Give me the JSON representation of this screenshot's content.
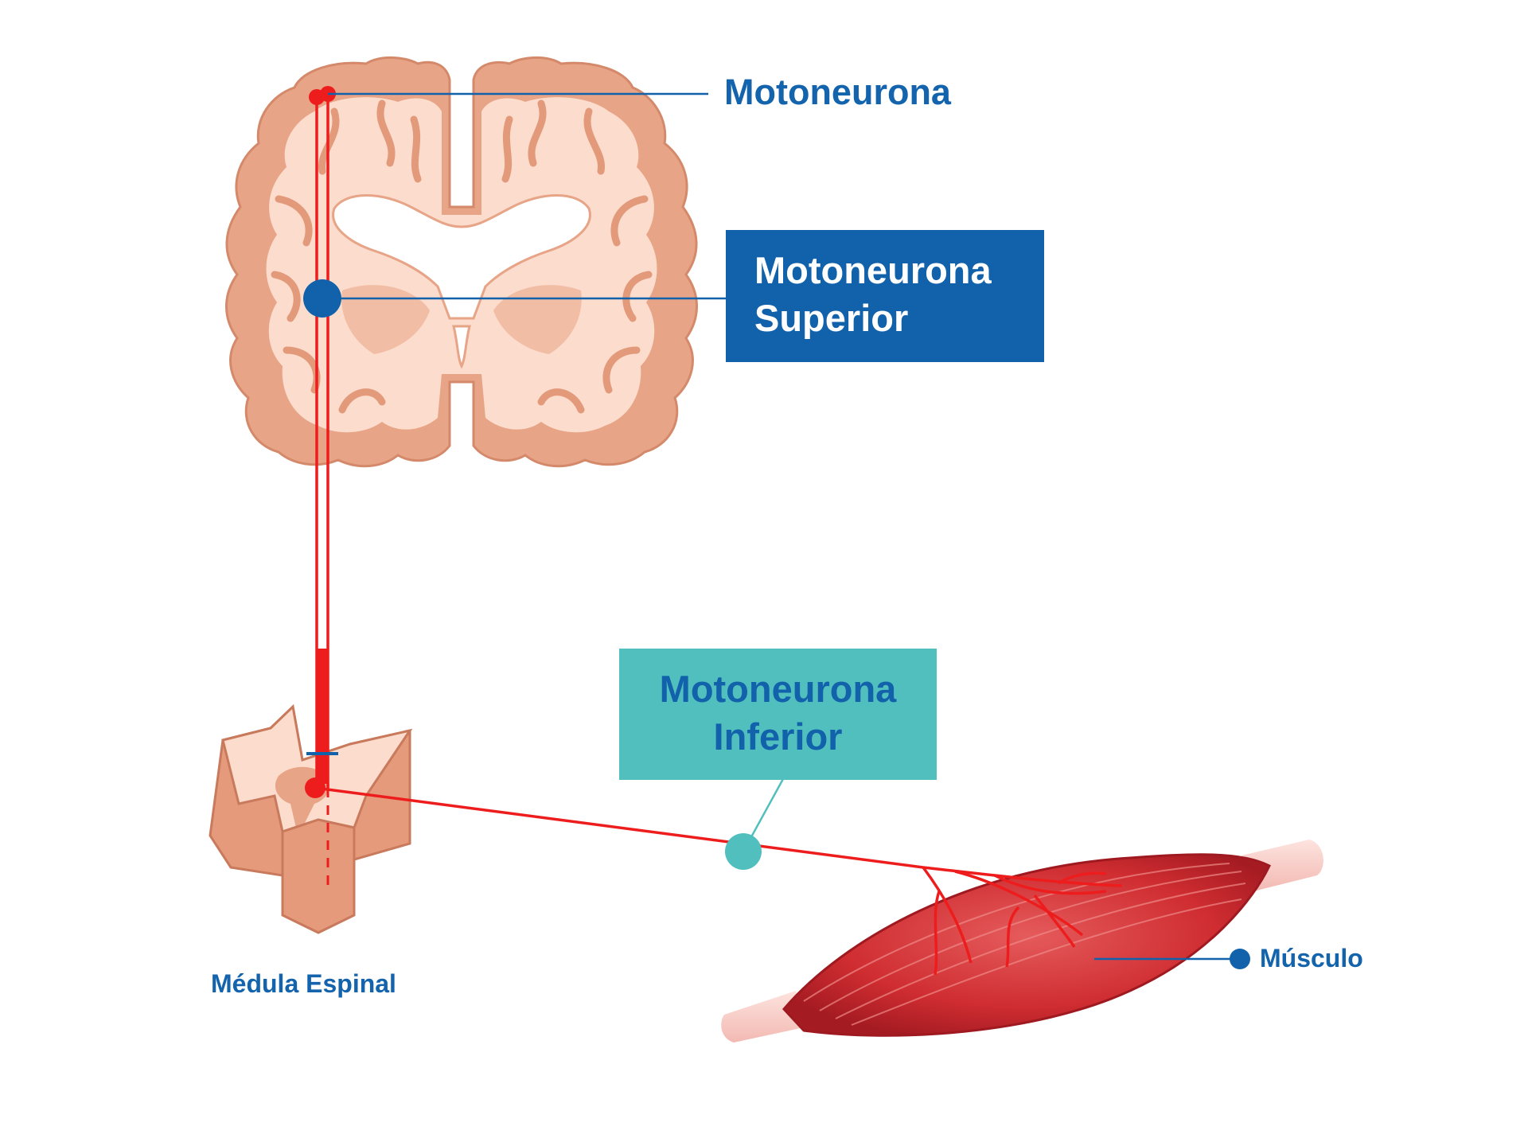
{
  "labels": {
    "motoneurona": "Motoneurona",
    "superior": {
      "line1": "Motoneurona",
      "line2": "Superior"
    },
    "inferior": {
      "line1": "Motoneurona",
      "line2": "Inferior"
    },
    "medula": "Médula Espinal",
    "musculo": "Músculo"
  },
  "colors": {
    "label_blue": "#1363ad",
    "superior_box": "#1161ab",
    "inferior_box": "#52bfbf",
    "neuron_red": "#ee1d1d",
    "brain_dark": "#e8a486",
    "brain_light": "#fbdccd",
    "spinal_dark": "#e59a7b",
    "muscle_red": "#d12a2e"
  },
  "icons": {
    "brain": "brain-coronal-section-icon",
    "spinal": "spinal-cord-segment-icon",
    "muscle": "muscle-icon"
  }
}
